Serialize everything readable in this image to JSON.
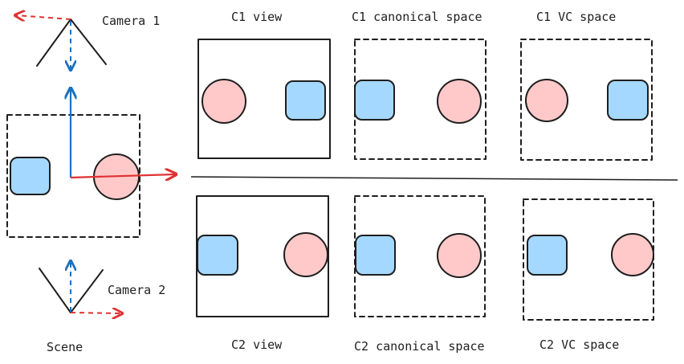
{
  "labels": {
    "camera1": "Camera 1",
    "camera2": "Camera 2",
    "scene": "Scene",
    "c1_view": "C1 view",
    "c1_canonical": "C1 canonical space",
    "c1_vc": "C1 VC space",
    "c2_view": "C2 view",
    "c2_canonical": "C2 canonical space",
    "c2_vc": "C2 VC space"
  },
  "colors": {
    "ink": "#1e1e1e",
    "square_fill": "#a5d8ff",
    "circle_fill": "#ffc9c9",
    "axis_red": "#e03131",
    "axis_blue": "#1971c2"
  }
}
